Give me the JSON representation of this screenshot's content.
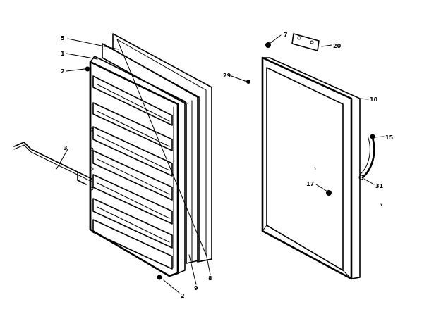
{
  "callouts": {
    "c1": "1",
    "c2a": "2",
    "c2b": "2",
    "c3": "3",
    "c5": "5",
    "c7": "7",
    "c8": "8",
    "c9": "9",
    "c10": "10",
    "c15": "15",
    "c17": "17",
    "c20": "20",
    "c29": "29",
    "c31": "31"
  }
}
